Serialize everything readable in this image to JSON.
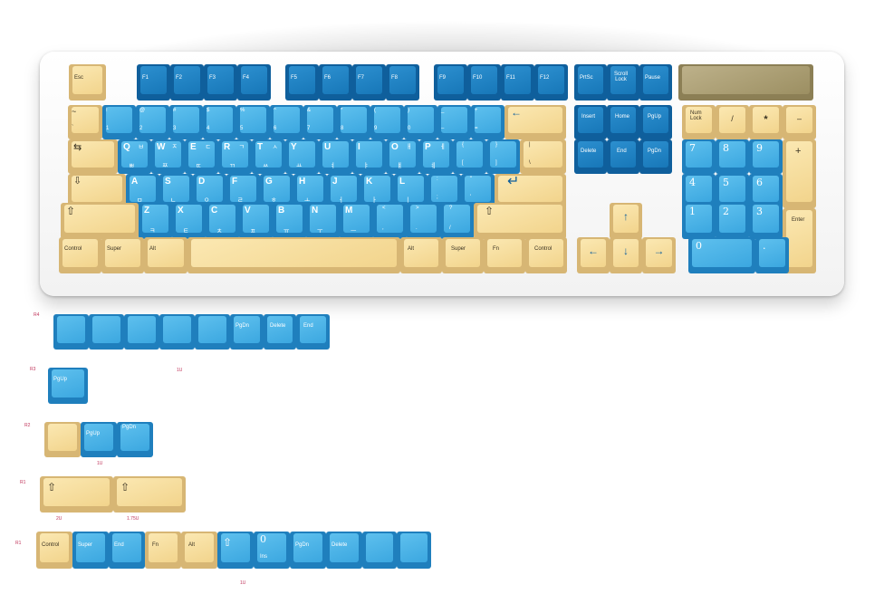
{
  "colors": {
    "blue": "#3ba7e0",
    "dark_blue": "#1777b8",
    "beige": "#f2d48c",
    "label_pink": "#c0355b"
  },
  "labels": {
    "r4": "R4",
    "r3": "R3",
    "r2": "R2",
    "r1": "R1",
    "u1_a": "1U",
    "u1_b": "1U",
    "u2": "2U",
    "u175": "1.75U",
    "u1_c": "1U"
  },
  "keys": {
    "esc": "Esc",
    "f1": "F1",
    "f2": "F2",
    "f3": "F3",
    "f4": "F4",
    "f5": "F5",
    "f6": "F6",
    "f7": "F7",
    "f8": "F8",
    "f9": "F9",
    "f10": "F10",
    "f11": "F11",
    "f12": "F12",
    "prtsc": "PrtSc",
    "scroll": "Scroll\nLock",
    "pause": "Pause",
    "tilde_top": "~",
    "tilde_bot": "`",
    "n1_t": "!",
    "n1_b": "1",
    "n2_t": "@",
    "n2_b": "2",
    "n3_t": "#",
    "n3_b": "3",
    "n4_t": "$",
    "n4_b": "4",
    "n5_t": "%",
    "n5_b": "5",
    "n6_t": "^",
    "n6_b": "6",
    "n7_t": "&",
    "n7_b": "7",
    "n8_t": "*",
    "n8_b": "8",
    "n9_t": "(",
    "n9_b": "9",
    "n0_t": ")",
    "n0_b": "0",
    "minus_t": "_",
    "minus_b": "–",
    "eq_t": "+",
    "eq_b": "=",
    "backspace": "←",
    "insert": "Insert",
    "home": "Home",
    "pgup": "PgUp",
    "delete": "Delete",
    "end": "End",
    "pgdn": "PgDn",
    "numlock": "Num\nLock",
    "np_slash": "/",
    "np_star": "*",
    "np_minus": "–",
    "tab": "⇆",
    "q": "Q",
    "q_ko": "ㅂ",
    "q_ko2": "ㅃ",
    "w": "W",
    "w_ko": "ㅈ",
    "w_ko2": "ㅉ",
    "e": "E",
    "e_ko": "ㄷ",
    "e_ko2": "ㄸ",
    "r": "R",
    "r_ko": "ㄱ",
    "r_ko2": "ㄲ",
    "t": "T",
    "t_ko": "ㅅ",
    "t_ko2": "ㅆ",
    "y": "Y",
    "y_ko": "ㅛ",
    "u": "U",
    "u_ko": "ㅕ",
    "i": "I",
    "i_ko": "ㅑ",
    "o": "O",
    "o_ko": "ㅐ",
    "o_ko2": "ㅒ",
    "p": "P",
    "p_ko": "ㅔ",
    "p_ko2": "ㅖ",
    "lbr_t": "{",
    "lbr_b": "[",
    "rbr_t": "}",
    "rbr_b": "]",
    "bsl_t": "|",
    "bsl_b": "\\",
    "np7": "7",
    "np8": "8",
    "np9": "9",
    "np_plus": "+",
    "caps": "⇩",
    "a": "A",
    "a_ko": "ㅁ",
    "s": "S",
    "s_ko": "ㄴ",
    "d": "D",
    "d_ko": "ㅇ",
    "f": "F",
    "f_ko": "ㄹ",
    "g": "G",
    "g_ko": "ㅎ",
    "h": "H",
    "h_ko": "ㅗ",
    "j": "J",
    "j_ko": "ㅓ",
    "k": "K",
    "k_ko": "ㅏ",
    "l": "L",
    "l_ko": "ㅣ",
    "semi_t": ":",
    "semi_b": ";",
    "quote_t": "\"",
    "quote_b": "'",
    "enter": "↵",
    "np4": "4",
    "np5": "5",
    "np6": "6",
    "lshift": "⇧",
    "z": "Z",
    "z_ko": "ㅋ",
    "x": "X",
    "x_ko": "ㅌ",
    "c": "C",
    "c_ko": "ㅊ",
    "v": "V",
    "v_ko": "ㅍ",
    "b": "B",
    "b_ko": "ㅠ",
    "n": "N",
    "n_ko": "ㅜ",
    "m": "M",
    "m_ko": "ㅡ",
    "comma_t": "<",
    "comma_b": ",",
    "dot_t": ">",
    "dot_b": ".",
    "slash_t": "?",
    "slash_b": "/",
    "rshift": "⇧",
    "up": "↑",
    "np1": "1",
    "np2": "2",
    "np3": "3",
    "np_enter": "Enter",
    "lctrl": "Control",
    "lsuper": "Super",
    "lalt": "Alt",
    "ralt": "Alt",
    "rsuper": "Super",
    "fn": "Fn",
    "rctrl": "Control",
    "left": "←",
    "down": "↓",
    "right": "→",
    "np0": "0",
    "np_dot": "."
  },
  "extras": {
    "r4_pgdn": "PgDn",
    "r4_delete": "Delete",
    "r4_end": "End",
    "r3_pgup": "PgUp",
    "r2_pgup": "PgUp",
    "r2_pgdn": "PgDn",
    "r1_shift2u": "⇧",
    "r1_shift175": "⇧",
    "b_control": "Control",
    "b_super": "Super",
    "b_end": "End",
    "b_fn": "Fn",
    "b_alt": "Alt",
    "b_shift": "⇧",
    "b_ins_big": "0",
    "b_ins_small": "Ins",
    "b_pgdn": "PgDn",
    "b_delete": "Delete"
  }
}
